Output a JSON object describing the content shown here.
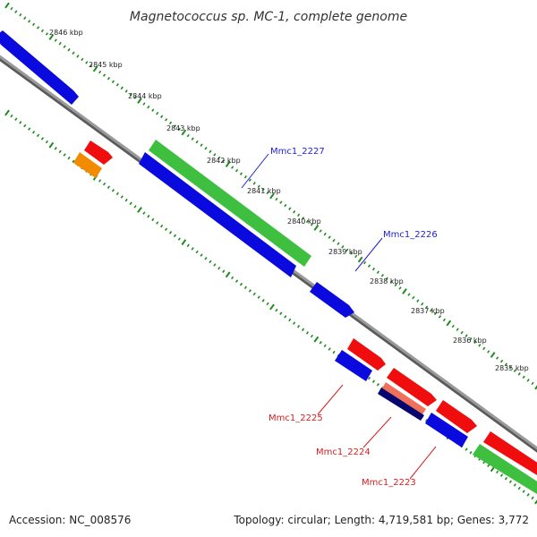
{
  "title": "Magnetococcus sp. MC-1, complete genome",
  "footer": {
    "accession": "Accession: NC_008576",
    "summary": "Topology: circular; Length: 4,719,581 bp; Genes: 3,772"
  },
  "colors": {
    "background": "#ffffff",
    "backbone": "#8c8c8c",
    "tick": "#1d8a1d",
    "plus_strand_label": "#1f1fd6",
    "minus_strand_label": "#d61f1f",
    "gene_blue": "#0a0adf",
    "gene_green": "#3fbf3f",
    "gene_red": "#ef0d0d",
    "gene_orange": "#f28b00",
    "gene_salmon": "#f0705a",
    "gene_navy": "#06066e"
  },
  "kbp_ticks": [
    {
      "label": "2846 kbp"
    },
    {
      "label": "2845 kbp"
    },
    {
      "label": "2844 kbp"
    },
    {
      "label": "2843 kbp"
    },
    {
      "label": "2842 kbp"
    },
    {
      "label": "2841 kbp"
    },
    {
      "label": "2840 kbp"
    },
    {
      "label": "2839 kbp"
    },
    {
      "label": "2838 kbp"
    },
    {
      "label": "2837 kbp"
    },
    {
      "label": "2836 kbp"
    },
    {
      "label": "2835 kbp"
    }
  ],
  "gene_labels": [
    {
      "name": "Mmc1_2227",
      "strand": "plus"
    },
    {
      "name": "Mmc1_2226",
      "strand": "plus"
    },
    {
      "name": "Mmc1_2225",
      "strand": "minus"
    },
    {
      "name": "Mmc1_2224",
      "strand": "minus"
    },
    {
      "name": "Mmc1_2223",
      "strand": "minus"
    }
  ]
}
